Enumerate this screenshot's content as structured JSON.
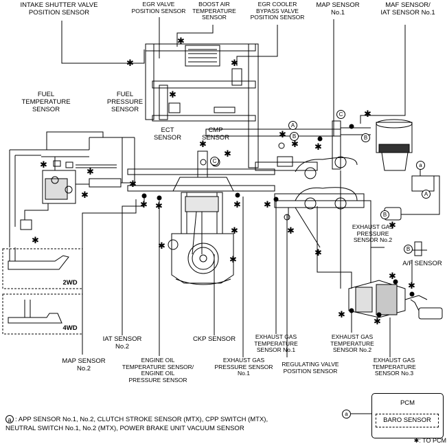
{
  "labels": {
    "intake_shutter": "INTAKE SHUTTER VALVE\nPOSITION SENSOR",
    "egr_valve_pos": "EGR VALVE\nPOSITION SENSOR",
    "boost_air_temp": "BOOST AIR\nTEMPERATURE\nSENSOR",
    "egr_cooler_bypass": "EGR COOLER\nBYPASS VALVE\nPOSITION SENSOR",
    "map_sensor_1": "MAP SENSOR\nNo.1",
    "maf_iat_1": "MAF SENSOR/\nIAT SENSOR No.1",
    "fuel_temp": "FUEL\nTEMPERATURE\nSENSOR",
    "fuel_pressure": "FUEL\nPRESSURE\nSENSOR",
    "ect": "ECT\nSENSOR",
    "cmp": "CMP\nSENSOR",
    "exh_gas_pressure_2": "EXHAUST GAS\nPRESSURE\nSENSOR No.2",
    "af_sensor": "A/F SENSOR",
    "drive_2wd": "2WD",
    "drive_4wd": "4WD",
    "iat_2": "IAT SENSOR\nNo.2",
    "ckp": "CKP SENSOR",
    "exh_gas_temp_1": "EXHAUST GAS\nTEMPERATURE\nSENSOR No.1",
    "exh_gas_temp_2": "EXHAUST GAS\nTEMPERATURE\nSENSOR No.2",
    "exh_gas_temp_3": "EXHAUST GAS\nTEMPERATURE\nSENSOR No.3",
    "map_sensor_2": "MAP SENSOR\nNo.2",
    "engine_oil": "ENGINE OIL\nTEMPERATURE SENSOR/\nENGINE OIL\nPRESSURE SENSOR",
    "exh_gas_pressure_1": "EXHAUST GAS\nPRESSURE SENSOR\nNo.1",
    "regulating_valve": "REGULATING VALVE\nPOSITION SENSOR"
  },
  "badges": {
    "a": "a",
    "b": "B",
    "c": "C",
    "a_upper": "A"
  },
  "pcm": {
    "title": "PCM",
    "baro": "BARO SENSOR",
    "badge": "a"
  },
  "legend": {
    "badge": "a",
    "line1": ": APP SENSOR No.1, No.2, CLUTCH STROKE SENSOR (MTX), CPP SWITCH (MTX),",
    "line2": "NEUTRAL SWITCH No.1, No.2 (MTX), POWER BRAKE UNIT VACUUM SENSOR"
  },
  "note": {
    "symbol": "✱",
    "text": ": TO PCM"
  },
  "marker": "✱"
}
